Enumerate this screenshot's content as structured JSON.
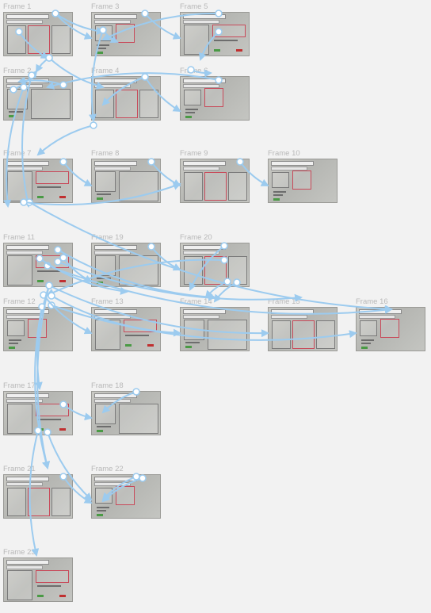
{
  "frames": [
    {
      "label": "Frame 1"
    },
    {
      "label": "Frame 3"
    },
    {
      "label": "Frame 5"
    },
    {
      "label": "Frame 2"
    },
    {
      "label": "Frame 4"
    },
    {
      "label": "Frame 6"
    },
    {
      "label": "Frame 7"
    },
    {
      "label": "Frame 8"
    },
    {
      "label": "Frame 9"
    },
    {
      "label": "Frame 10"
    },
    {
      "label": "Frame 11"
    },
    {
      "label": "Frame 19"
    },
    {
      "label": "Frame 20"
    },
    {
      "label": "Frame 12"
    },
    {
      "label": "Frame 13"
    },
    {
      "label": "Frame 14"
    },
    {
      "label": "Frame 15"
    },
    {
      "label": "Frame 16"
    },
    {
      "label": "Frame 17"
    },
    {
      "label": "Frame 18"
    },
    {
      "label": "Frame 21"
    },
    {
      "label": "Frame 22"
    },
    {
      "label": "Frame 23"
    }
  ],
  "colors": {
    "background": "#f2f2f2",
    "frame_label": "#b8b8b8",
    "link": "#9ccbef",
    "link_handle": "#ffffff"
  },
  "link_count": 56
}
